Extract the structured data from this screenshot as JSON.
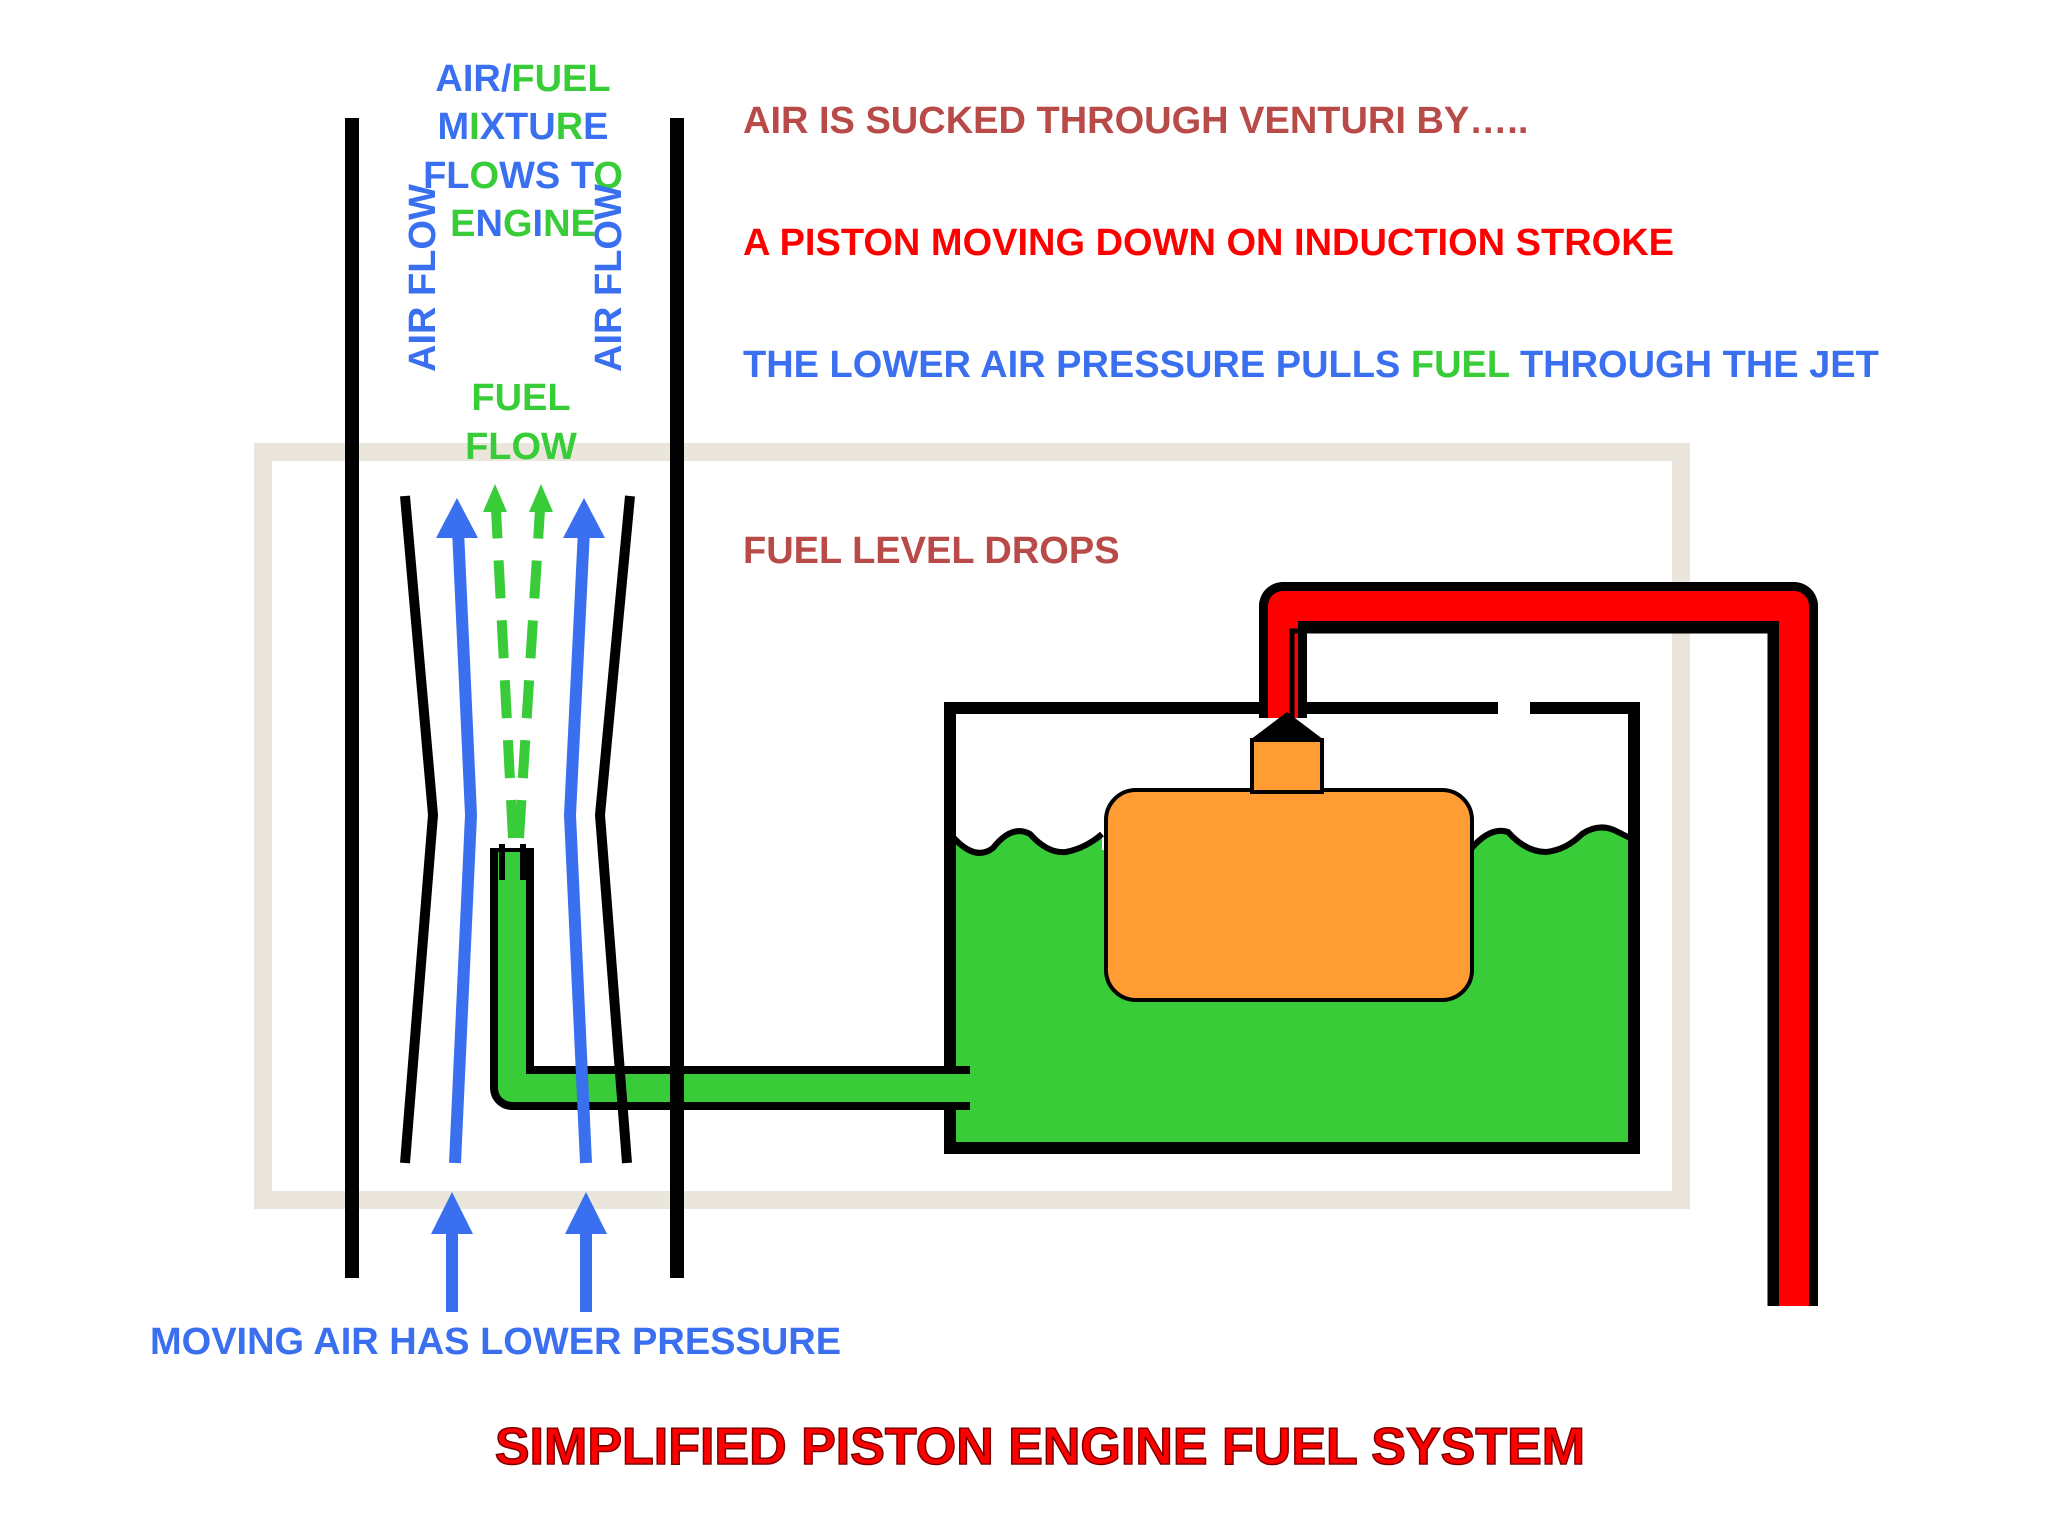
{
  "colors": {
    "air_blue": "#3a6ff0",
    "fuel_green": "#38cc38",
    "note_brown": "#b84a48",
    "alert_red": "#ff0000",
    "float_orange": "#ff9c33",
    "outline": "#000000",
    "panel_beige": "#eae6dc"
  },
  "labels": {
    "mixture": {
      "line1": [
        "AIR/",
        "FUEL"
      ],
      "line2": [
        "M",
        "I",
        "XTU",
        "R",
        "E"
      ],
      "line3": [
        "FL",
        "O",
        "WS T",
        "O"
      ],
      "line4": [
        "E",
        "N",
        "G",
        "I",
        "NE"
      ]
    },
    "air_flow_left": "AIR FLOW",
    "air_flow_right": "AIR FLOW",
    "fuel_flow": [
      "FUEL",
      "FLOW"
    ],
    "moving_air": [
      "MOVING AIR HAS ",
      "LOWER PRESSURE"
    ]
  },
  "notes": {
    "air_sucked": "AIR IS SUCKED THROUGH VENTURI BY…..",
    "piston": "A PISTON MOVING DOWN ON INDUCTION STROKE",
    "pressure": [
      "THE LOWER AIR PRESSURE PULLS ",
      "FUEL",
      " THROUGH THE JET"
    ],
    "fuel_level": "FUEL LEVEL DROPS"
  },
  "title": "SIMPLIFIED PISTON ENGINE FUEL SYSTEM"
}
